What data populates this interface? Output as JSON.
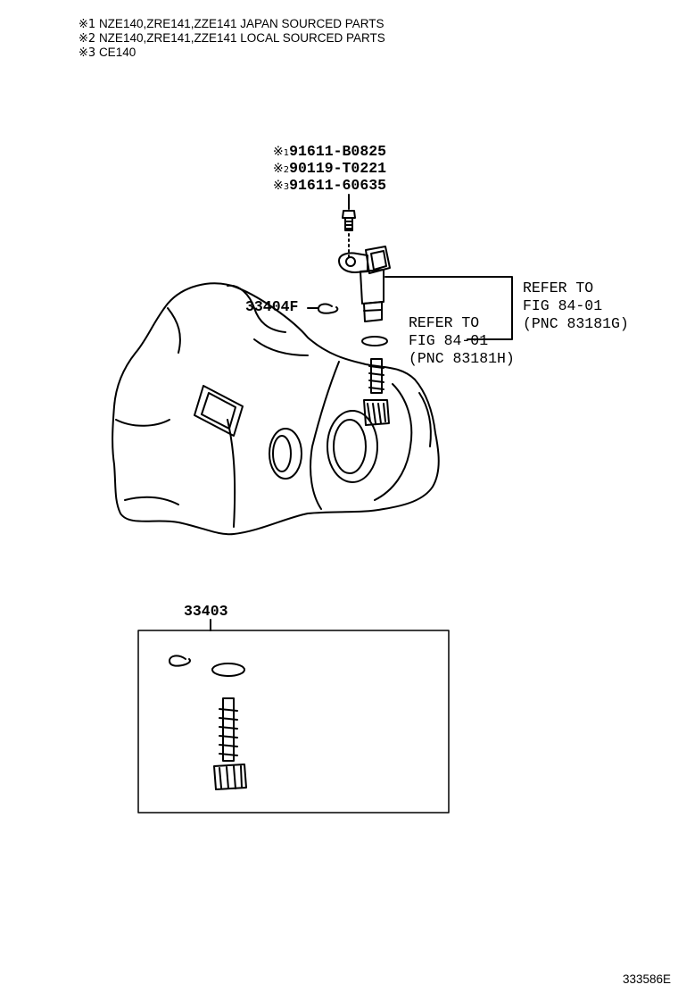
{
  "notes": [
    {
      "mark": "※1",
      "text": "NZE140,ZRE141,ZZE141 JAPAN SOURCED PARTS"
    },
    {
      "mark": "※2",
      "text": "NZE140,ZRE141,ZZE141 LOCAL SOURCED PARTS"
    },
    {
      "mark": "※3",
      "text": "CE140"
    }
  ],
  "bolt_part_numbers": [
    {
      "mark": "※",
      "num": "1",
      "part": "91611-B0825"
    },
    {
      "mark": "※",
      "num": "2",
      "part": "90119-T0221"
    },
    {
      "mark": "※",
      "num": "3",
      "part": "91611-60635"
    }
  ],
  "parts": {
    "clip": "33404F",
    "kit": "33403"
  },
  "references": {
    "sensor": {
      "line1": "REFER TO",
      "line2": "FIG 84-01",
      "line3": "(PNC 83181G)"
    },
    "oring": {
      "line1": "REFER TO",
      "line2": "FIG 84-01",
      "line3": "(PNC 83181H)"
    }
  },
  "figure_id": "333586E"
}
